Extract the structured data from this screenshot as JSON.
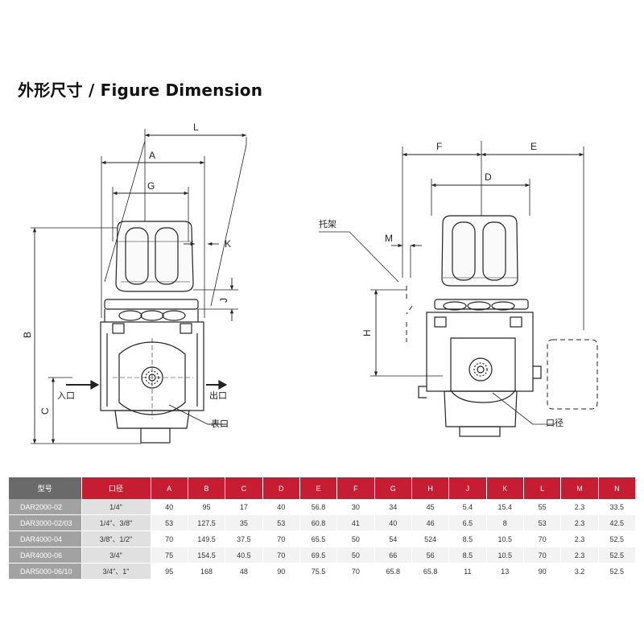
{
  "title": "外形尺寸 / Figure Dimension",
  "left_view": {
    "dim_labels": {
      "L": "L",
      "A": "A",
      "G": "G",
      "K": "K",
      "J": "J",
      "B": "B",
      "C": "C"
    },
    "inlet_label": "入口",
    "outlet_label": "出口",
    "gauge_port_label": "表口"
  },
  "right_view": {
    "dim_labels": {
      "F": "F",
      "E": "E",
      "D": "D",
      "M": "M",
      "H": "H"
    },
    "bracket_label": "托架",
    "port_size_label": "口径"
  },
  "table": {
    "headers": [
      "型号",
      "口径",
      "A",
      "B",
      "C",
      "D",
      "E",
      "F",
      "G",
      "H",
      "J",
      "K",
      "L",
      "M",
      "N"
    ],
    "rows": [
      [
        "DAR2000-02",
        "1/4\"",
        "40",
        "95",
        "17",
        "40",
        "56.8",
        "30",
        "34",
        "45",
        "5.4",
        "15.4",
        "55",
        "2.3",
        "33.5"
      ],
      [
        "DAR3000-02/03",
        "1/4\"、3/8\"",
        "53",
        "127.5",
        "35",
        "53",
        "60.8",
        "41",
        "40",
        "46",
        "6.5",
        "8",
        "53",
        "2.3",
        "42.5"
      ],
      [
        "DAR4000-04",
        "3/8\"、1/2\"",
        "70",
        "149.5",
        "37.5",
        "70",
        "65.5",
        "50",
        "54",
        "524",
        "8.5",
        "10.5",
        "70",
        "2.3",
        "52.5"
      ],
      [
        "DAR4000-06",
        "3/4\"",
        "75",
        "154.5",
        "40.5",
        "70",
        "69.5",
        "50",
        "66",
        "56",
        "8.5",
        "10.5",
        "70",
        "2.3",
        "52.5"
      ],
      [
        "DAR5000-06/10",
        "3/4\"、1\"",
        "95",
        "168",
        "48",
        "90",
        "75.5",
        "70",
        "65.8",
        "65.8",
        "11",
        "13",
        "90",
        "3.2",
        "52.5"
      ]
    ]
  }
}
